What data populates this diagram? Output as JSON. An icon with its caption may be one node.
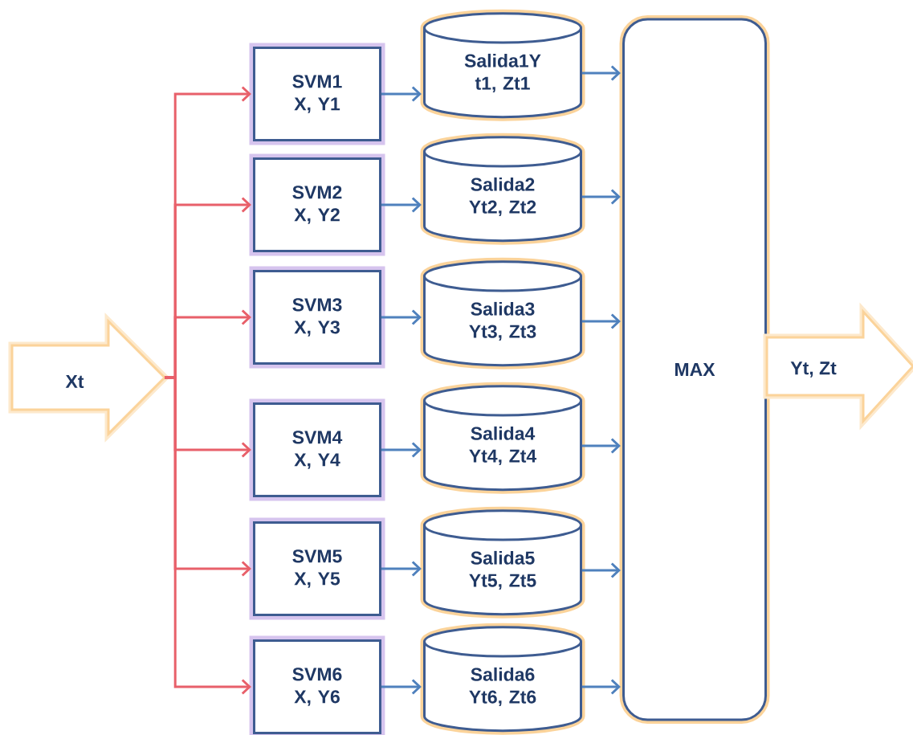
{
  "diagram": {
    "nodes": [
      {
        "text": [
          "Xt"
        ]
      },
      {
        "text": [
          "SVM1 X, Y1"
        ]
      },
      {
        "text": [
          "SVM2 X, Y2"
        ]
      },
      {
        "text": [
          "SVM3 X, Y3"
        ]
      },
      {
        "text": [
          "SVM4 X, Y4"
        ]
      },
      {
        "text": [
          "SVM5 X, Y5"
        ]
      },
      {
        "text": [
          "SVM6 X, Y6"
        ]
      },
      {
        "text": [
          "Salida1Y t1, Zt1"
        ]
      },
      {
        "text": [
          "Salida2 Yt2, Zt2"
        ]
      },
      {
        "text": [
          "Salida3 Yt3, Zt3"
        ]
      },
      {
        "text": [
          "Salida4 Yt4, Zt4"
        ]
      },
      {
        "text": [
          "Salida5 Yt5, Zt5"
        ]
      },
      {
        "text": [
          "Salida6 Yt6, Zt6"
        ]
      },
      {
        "text": [
          "MAX"
        ]
      },
      {
        "text": [
          "Yt, Zt"
        ]
      }
    ],
    "edges": [
      {
        "from": 0,
        "to": 1,
        "arrow": "to",
        "color": "#e8606a"
      },
      {
        "from": 0,
        "to": 2,
        "arrow": "to",
        "color": "#e8606a"
      },
      {
        "from": 0,
        "to": 3,
        "arrow": "to",
        "color": "#e8606a"
      },
      {
        "from": 0,
        "to": 4,
        "arrow": "to",
        "color": "#e8606a"
      },
      {
        "from": 0,
        "to": 5,
        "arrow": "to",
        "color": "#e8606a"
      },
      {
        "from": 0,
        "to": 6,
        "arrow": "to",
        "color": "#e8606a"
      },
      {
        "from": 1,
        "to": 7,
        "arrow": "to"
      },
      {
        "from": 2,
        "to": 8,
        "arrow": "to"
      },
      {
        "from": 3,
        "to": 9,
        "arrow": "to"
      },
      {
        "from": 4,
        "to": 10,
        "arrow": "to"
      },
      {
        "from": 5,
        "to": 11,
        "arrow": "to"
      },
      {
        "from": 6,
        "to": 12,
        "arrow": "to"
      },
      {
        "from": 7,
        "to": 13,
        "arrow": "to"
      },
      {
        "from": 8,
        "to": 13,
        "arrow": "to"
      },
      {
        "from": 9,
        "to": 13,
        "arrow": "to"
      },
      {
        "from": 10,
        "to": 13,
        "arrow": "to"
      },
      {
        "from": 11,
        "to": 13,
        "arrow": "to"
      },
      {
        "from": 12,
        "to": 13,
        "arrow": "to"
      }
    ]
  }
}
